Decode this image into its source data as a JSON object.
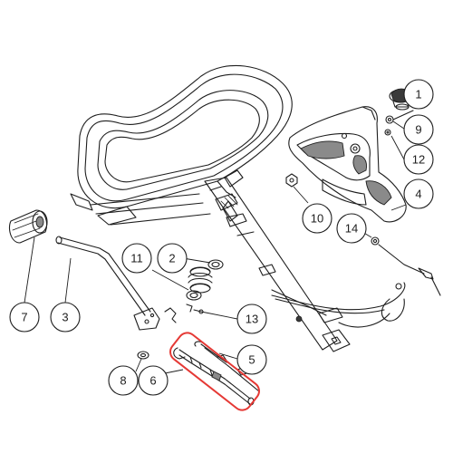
{
  "callouts": {
    "c1": "1",
    "c2": "2",
    "c3": "3",
    "c4": "4",
    "c5": "5",
    "c6": "6",
    "c7": "7",
    "c8": "8",
    "c9": "9",
    "c10": "10",
    "c11": "11",
    "c12": "12",
    "c13": "13",
    "c14": "14"
  },
  "highlight": {
    "color": "#e53935",
    "target": "6"
  }
}
